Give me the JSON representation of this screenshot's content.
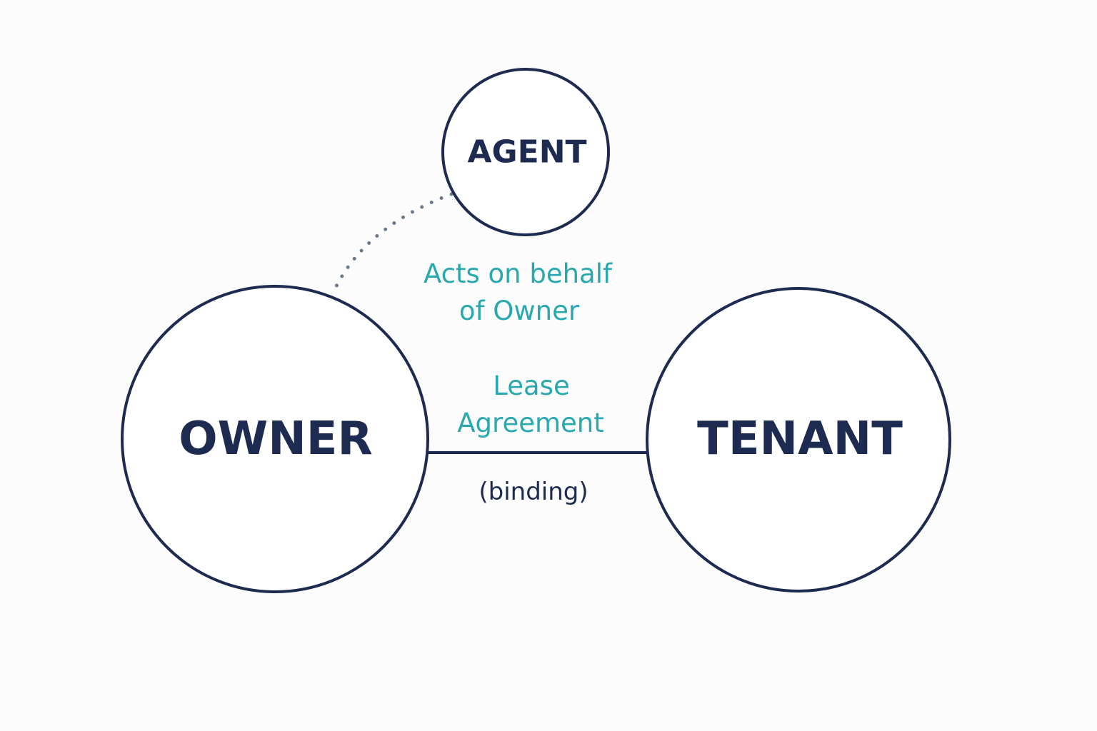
{
  "colors": {
    "node_outline": "#1d2b50",
    "node_text": "#1d2b50",
    "relationship_text": "#2aa8b0",
    "dotted_link": "#6b7a8a",
    "background": "#fcfcfd"
  },
  "nodes": {
    "agent": {
      "label": "AGENT"
    },
    "owner": {
      "label": "OWNER"
    },
    "tenant": {
      "label": "TENANT"
    }
  },
  "relationships": {
    "agent_owner": {
      "style": "dotted",
      "label_line1": "Acts on behalf",
      "label_line2": "of Owner"
    },
    "owner_tenant": {
      "style": "solid",
      "label_line1": "Lease",
      "label_line2": "Agreement",
      "note": "(binding)"
    }
  }
}
